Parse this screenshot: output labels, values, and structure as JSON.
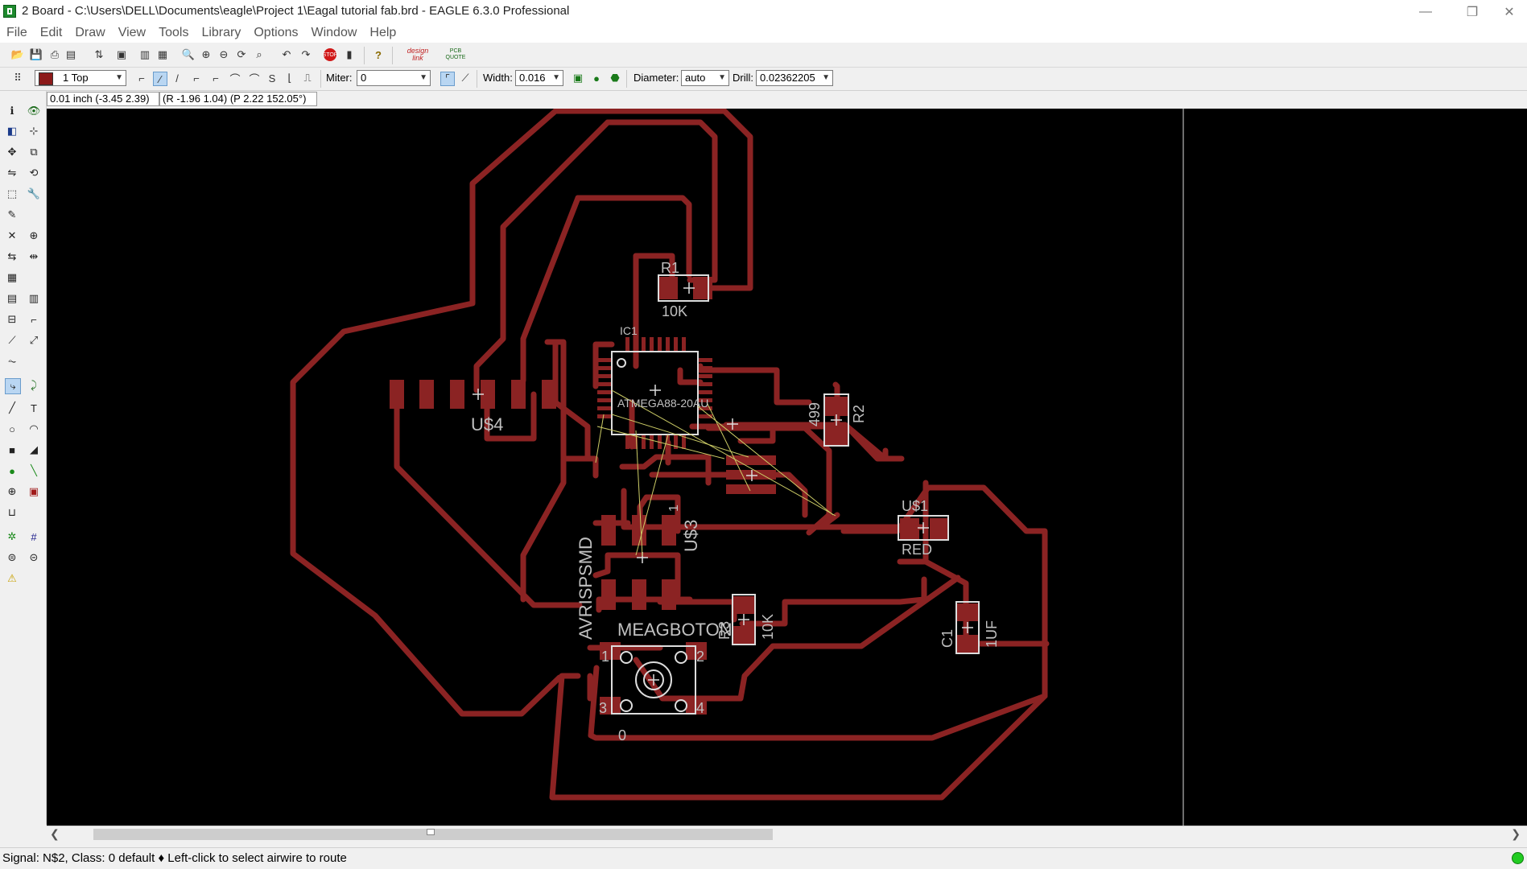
{
  "window": {
    "title": "2 Board - C:\\Users\\DELL\\Documents\\eagle\\Project 1\\Eagal tutorial fab.brd - EAGLE 6.3.0 Professional",
    "minimize": "—",
    "maximize": "❐",
    "close": "✕"
  },
  "menu": [
    "File",
    "Edit",
    "Draw",
    "View",
    "Tools",
    "Library",
    "Options",
    "Window",
    "Help"
  ],
  "toolbar": {
    "layer": "1 Top",
    "layer_color": "#8c1a1a",
    "miter_label": "Miter:",
    "miter_value": "0",
    "width_label": "Width:",
    "width_value": "0.016",
    "diameter_label": "Diameter:",
    "diameter_value": "auto",
    "drill_label": "Drill:",
    "drill_value": "0.02362205",
    "design_link": "design link",
    "pcb_quote": "PCB QUOTE"
  },
  "coords": {
    "grid_and_position": "0.01 inch (-3.45 2.39)",
    "relative_polar": "(R -1.96 1.04) (P 2.22 152.05°)"
  },
  "board": {
    "trace_color": "#8b2323",
    "airwire_color": "#cccc66",
    "outline_color": "#dddddd",
    "labels": {
      "r1_name": "R1",
      "r1_value": "10K",
      "ic1_name": "IC1",
      "ic1_value": "ATMEGA88-20AU",
      "u4_name": "U$4",
      "r2_name": "R2",
      "r2_value": "499",
      "u1_name": "U$1",
      "u1_value": "RED",
      "u3_name": "U$3",
      "u3_pin": "1",
      "avr_value": "AVRISPSMD",
      "button_name": "MEAGBOTON",
      "r3_name": "R3",
      "r3_value": "10K",
      "c1_name": "C1",
      "c1_value": "1UF",
      "btn_pin1": "1",
      "btn_pin2": "2",
      "btn_pin3": "3",
      "btn_pin4": "4",
      "btn_value": "0"
    }
  },
  "status": {
    "text": "Signal: N$2, Class: 0 default  ♦ Left-click to select airwire to route",
    "indicator_color": "#22cc22"
  }
}
